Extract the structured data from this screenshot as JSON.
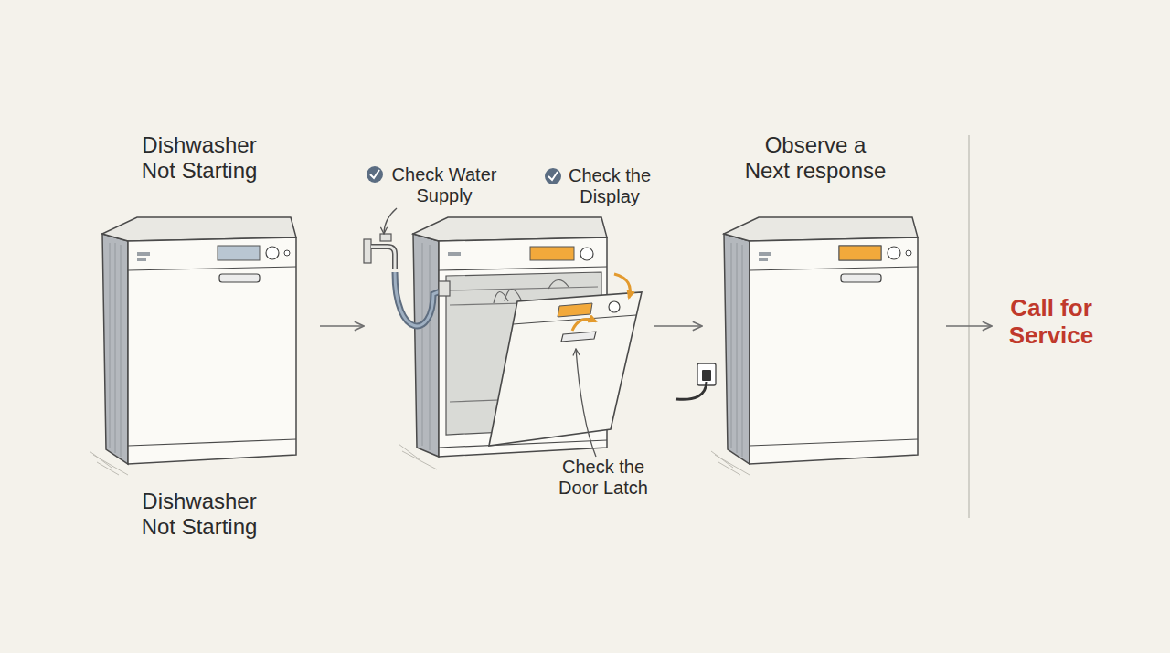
{
  "diagram": {
    "nodes": [
      {
        "text": [
          "Dishwasher Not Starting",
          "Dishwasher Not Starting"
        ]
      },
      {
        "text": [
          "Check Water Supply",
          "Check the Display",
          "Check the Door Latch"
        ]
      },
      {
        "text": [
          "Observe a Next response"
        ]
      },
      {
        "text": [
          "Call for Service"
        ]
      }
    ],
    "edges": [
      {
        "from": 0,
        "to": 1,
        "arrow": "to"
      },
      {
        "from": 1,
        "to": 2,
        "arrow": "to"
      },
      {
        "from": 2,
        "to": 3,
        "arrow": "to"
      }
    ]
  }
}
